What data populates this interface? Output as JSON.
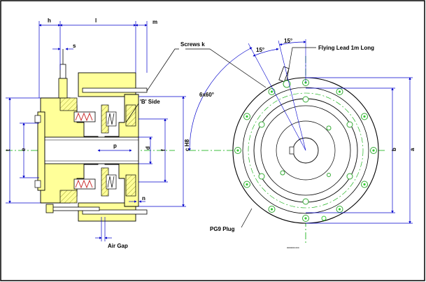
{
  "labels": {
    "h": "h",
    "l": "l",
    "m": "m",
    "s": "s",
    "screws": "Screws k",
    "b_side": "'B' Side",
    "p": "p",
    "d": "d",
    "f": "f",
    "e": "e",
    "t": "t",
    "c_h8": "c H8",
    "n": "n",
    "air_gap": "Air Gap",
    "angle_15a": "15°",
    "angle_15b": "15°",
    "angle_6x60": "6x60°",
    "flying_lead": "Flying Lead 1m Long",
    "b": "b",
    "a": "a",
    "pg9_plug": "PG9 Plug",
    "drawing_no": "0000000.000"
  },
  "colors": {
    "body": "#ffff99",
    "line": "#000000",
    "dimension": "#0000cc",
    "centerline": "#00aa00",
    "bolt": "#33cc33",
    "coil": "#cc3333",
    "frame": "#000000"
  }
}
